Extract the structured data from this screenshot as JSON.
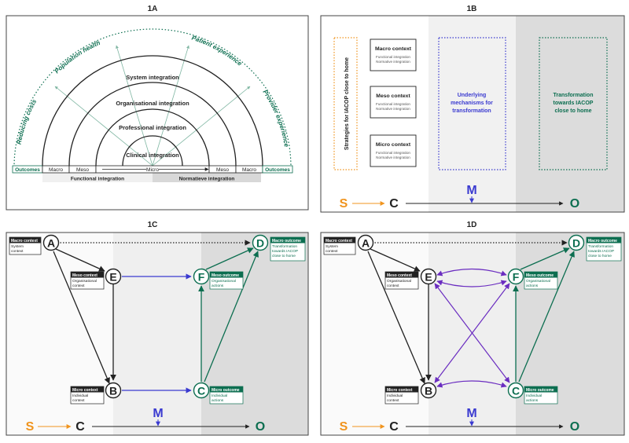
{
  "panels": {
    "a": {
      "title": "1A",
      "arcs": [
        "Clinical integration",
        "Professional integration",
        "Organisational integration",
        "System integration"
      ],
      "outer_labels": [
        "Reducing costs",
        "Population health",
        "Patient experience",
        "Provider experience"
      ],
      "base_cells": [
        "Outcomes",
        "Macro",
        "Meso",
        "Micro",
        "Meso",
        "Macro",
        "Outcomes"
      ],
      "bottom_left": "Functional integration",
      "bottom_right": "Normatieve integration"
    },
    "b": {
      "title": "1B",
      "strategies": "Strategies for IACOP close to home",
      "contexts": [
        {
          "title": "Macro context",
          "line1": "Functional integration",
          "line2": "Normative integration"
        },
        {
          "title": "Meso context",
          "line1": "Functional integration",
          "line2": "Normative integration"
        },
        {
          "title": "Micro context",
          "line1": "Functional integration",
          "line2": "Normative integration"
        }
      ],
      "mechanisms": [
        "Underlying",
        "mechanisms for",
        "transformation"
      ],
      "transformation": [
        "Transformation",
        "towards IACOP",
        "close to home"
      ]
    },
    "c": {
      "title": "1C"
    },
    "d": {
      "title": "1D"
    },
    "nodes": {
      "a": "A",
      "b": "B",
      "c": "C",
      "d": "D",
      "e": "E",
      "f": "F"
    },
    "labels": {
      "macro_context": [
        "Macro context",
        "System",
        "context"
      ],
      "meso_context": [
        "Meso context",
        "Organisational",
        "context"
      ],
      "micro_context": [
        "Micro context",
        "Individual",
        "context"
      ],
      "macro_outcome": [
        "Macro outcome",
        "Transformation",
        "towards IACOP",
        "close to home"
      ],
      "meso_outcome": [
        "Meso outcome",
        "Organisational",
        "actions"
      ],
      "micro_outcome": [
        "Micro outcome",
        "Individual",
        "actions"
      ]
    },
    "smo": {
      "s": "S",
      "c": "C",
      "m": "M",
      "o": "O"
    }
  },
  "colors": {
    "green": "#0c6e50",
    "blue": "#3a3ad0",
    "orange": "#f0941e",
    "purple": "#6a2cc0",
    "black": "#222222"
  }
}
